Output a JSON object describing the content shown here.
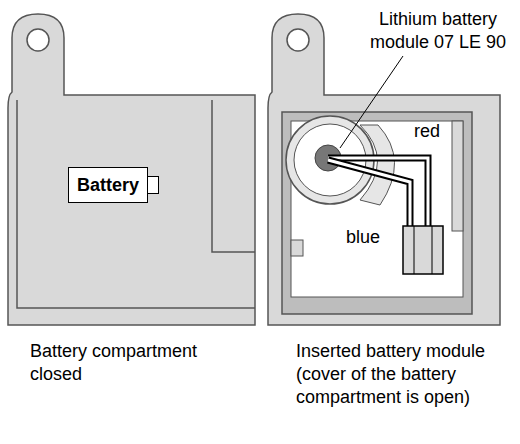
{
  "diagram": {
    "nodes": [
      {
        "text": [
          "Battery"
        ]
      }
    ],
    "labels": [
      "Lithium battery module 07 LE 90",
      "red",
      "blue",
      "Battery compartment closed",
      "Inserted battery module (cover of the battery compartment is open)"
    ]
  }
}
